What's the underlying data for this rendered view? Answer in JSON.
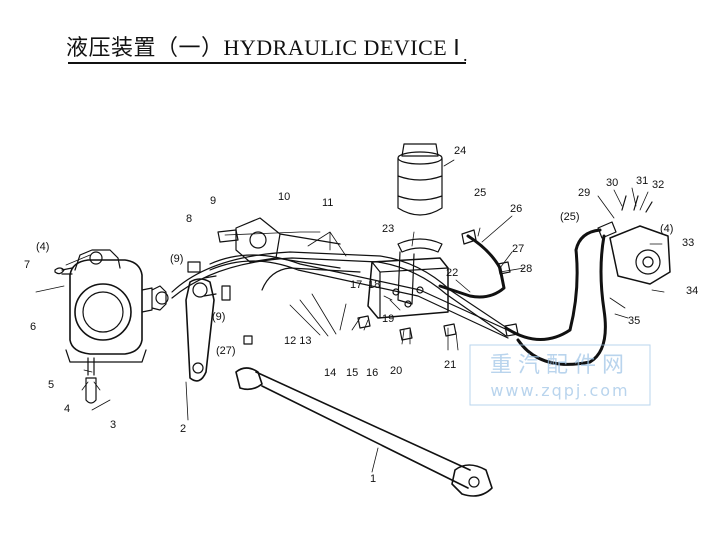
{
  "title": "液压装置（一）HYDRAULIC DEVICE Ⅰ",
  "title_dot": ".",
  "watermark": {
    "line1": "重汽配件网",
    "line2": "www.zqpj.com",
    "color": "#9cc3e6"
  },
  "callouts": [
    "1",
    "2",
    "3",
    "4",
    "5",
    "6",
    "7",
    "8",
    "9",
    "10",
    "11",
    "12 13",
    "14",
    "15",
    "16",
    "17",
    "18",
    "19",
    "20",
    "21",
    "22",
    "23",
    "24",
    "25",
    "26",
    "27",
    "28",
    "29",
    "30",
    "31",
    "32",
    "33",
    "34",
    "35"
  ],
  "paren_callouts": [
    "(4)",
    "(9)",
    "(9)",
    "(27)",
    "(25)",
    "(4)"
  ]
}
